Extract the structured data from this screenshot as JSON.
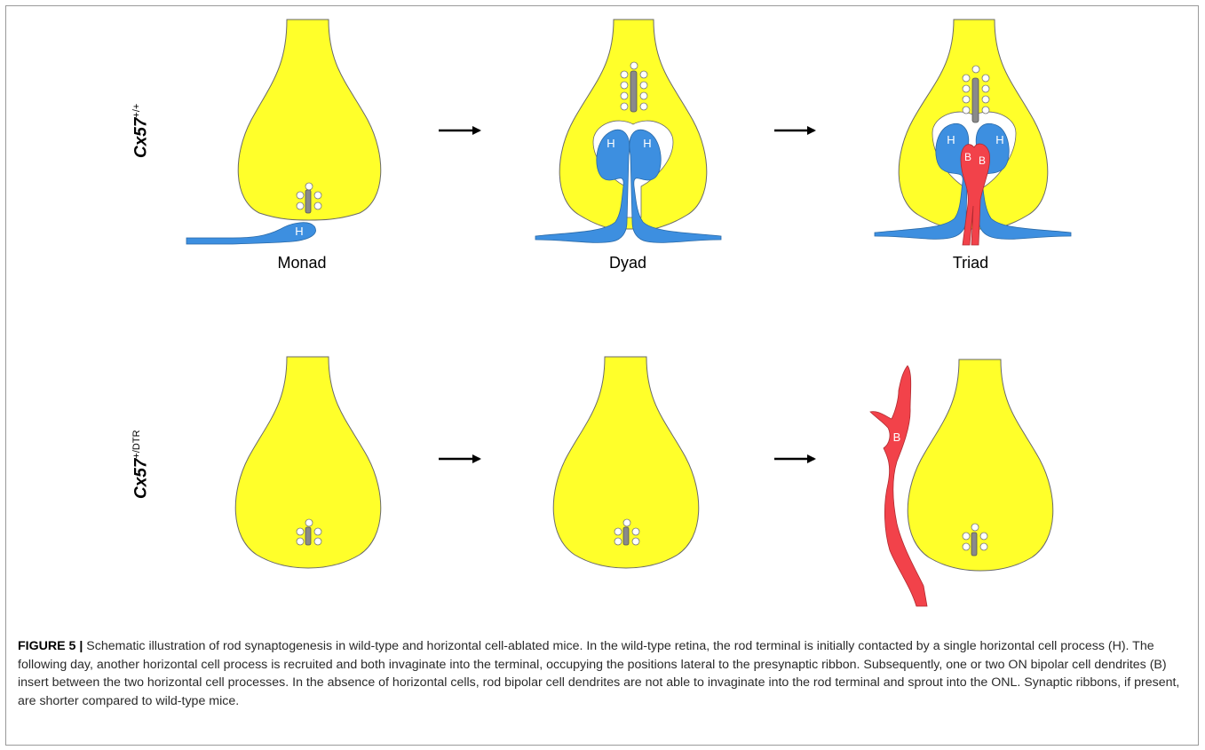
{
  "figure": {
    "colors": {
      "terminal": "#ffff2a",
      "horizontal_cell": "#3d8fe0",
      "bipolar_cell": "#f2424a",
      "ribbon": "#8a8a8a"
    },
    "rows": [
      {
        "genotype_base": "Cx57",
        "genotype_sup": "+/+"
      },
      {
        "genotype_base": "Cx57",
        "genotype_sup": "+/DTR"
      }
    ],
    "stages": [
      "Monad",
      "Dyad",
      "Triad"
    ],
    "cell_letters": {
      "horizontal": "H",
      "bipolar": "B"
    }
  },
  "caption": {
    "label": "FIGURE 5 |",
    "text": "Schematic illustration of rod synaptogenesis in wild-type and horizontal cell-ablated mice. In the wild-type retina, the rod terminal is initially contacted by a single horizontal cell process (H). The following day, another horizontal cell process is recruited and both invaginate into the terminal, occupying the positions lateral to the presynaptic ribbon. Subsequently, one or two ON bipolar cell dendrites (B) insert between the two horizontal cell processes. In the absence of horizontal cells, rod bipolar cell dendrites are not able to invaginate into the rod terminal and sprout into the ONL. Synaptic ribbons, if present, are shorter compared to wild-type mice."
  }
}
